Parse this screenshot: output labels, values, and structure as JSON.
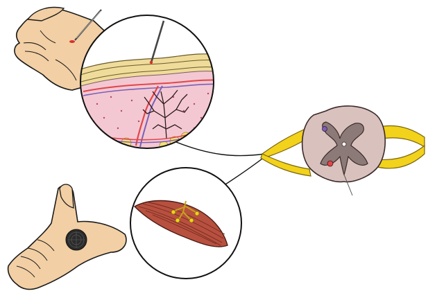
{
  "figure": {
    "elements": [
      "hand-with-needle",
      "skin-cross-section-magnifier",
      "hand-with-patch",
      "muscle-magnifier",
      "spinal-cord-cross-section",
      "nerve-connections"
    ]
  },
  "palette": {
    "skin_tone": "#f2cfa4",
    "skin_outline": "#1a1a1a",
    "dermis_pink": "#f4c8d2",
    "epidermis_yellow": "#efdc9a",
    "nerve_red": "#e0464b",
    "nerve_purple": "#7b5fb6",
    "fat_yellow": "#f3e07a",
    "muscle_red": "#b8503f",
    "nerve_yellow": "#f2d21b",
    "cord_grey_matter": "#8c7a78",
    "cord_white_matter": "#d9c1bd",
    "patch_dark": "#2b2b2b"
  }
}
